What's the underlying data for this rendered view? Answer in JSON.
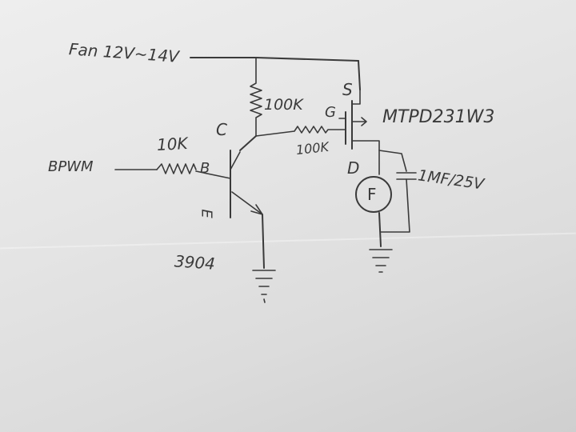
{
  "supply": {
    "label": "Fan 12V~14V"
  },
  "pwm_input": {
    "label": "BPWM"
  },
  "base_resistor": {
    "value": "10K"
  },
  "pullup_resistor": {
    "value": "100K"
  },
  "gate_resistor": {
    "value": "100K"
  },
  "transistor": {
    "part": "3904",
    "pins": {
      "collector": "C",
      "base": "B",
      "emitter": "E"
    }
  },
  "mosfet": {
    "part": "MTPD231W3",
    "pins": {
      "source": "S",
      "gate": "G",
      "drain": "D"
    }
  },
  "fan": {
    "symbol": "F"
  },
  "capacitor": {
    "value": "1MF/25V"
  }
}
